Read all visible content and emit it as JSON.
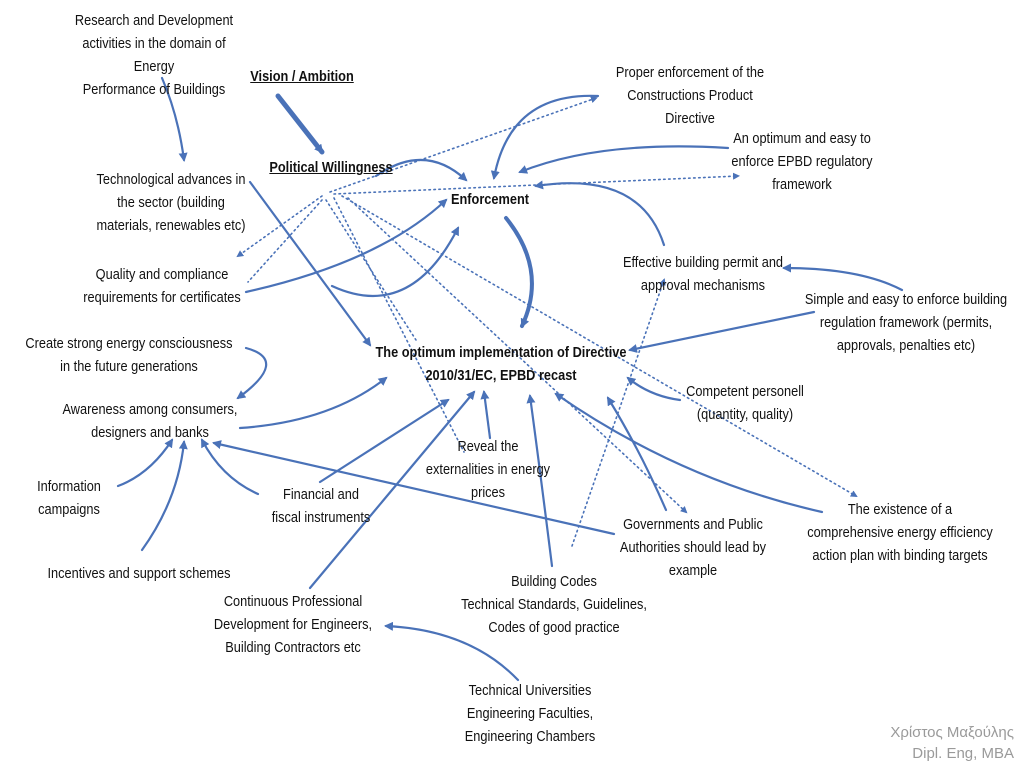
{
  "diagram": {
    "nodes": {
      "research": "Research and Development\nactivities in the domain of Energy\nPerformance of Buildings",
      "vision": "Vision / Ambition",
      "political": "Political Willingness",
      "technological": "Technological advances in\nthe sector (building\nmaterials, renewables etc)",
      "quality": "Quality and compliance\nrequirements for certificates",
      "consciousness": "Create  strong energy consciousness\nin the future generations",
      "awareness": "Awareness among consumers,\ndesigners and banks",
      "information": "Information\ncampaigns",
      "incentives": "Incentives and support schemes",
      "financial": "Financial and\nfiscal instruments",
      "continuous": "Continuous Professional\nDevelopment for Engineers,\nBuilding Contractors etc",
      "universities": "Technical Universities\nEngineering Faculties,\nEngineering Chambers",
      "codes": "Building Codes\nTechnical Standards, Guidelines,\nCodes of good practice",
      "reveal": "Reveal the\nexternalities in energy\nprices",
      "governments": "Governments and Public\nAuthorities should lead by\nexample",
      "existence": "The existence of a\ncomprehensive energy efficiency\naction plan with binding targets",
      "competent": "Competent personell\n(quantity, quality)",
      "simple": "Simple and easy to enforce building\nregulation framework (permits,\napprovals, penalties etc)",
      "permit": "Effective building permit and\napproval mechanisms",
      "optimum_framework": "An optimum and easy to\nenforce EPBD regulatory\nframework",
      "proper": "Proper enforcement of the\nConstructions Product\nDirective",
      "enforcement": "Enforcement",
      "central": "The optimum implementation of Directive\n2010/31/EC, EPBD recast"
    },
    "arrow_color": "#4a72b8"
  },
  "author": "Χρίστος Μαξούλης\nDipl. Eng, MBA"
}
